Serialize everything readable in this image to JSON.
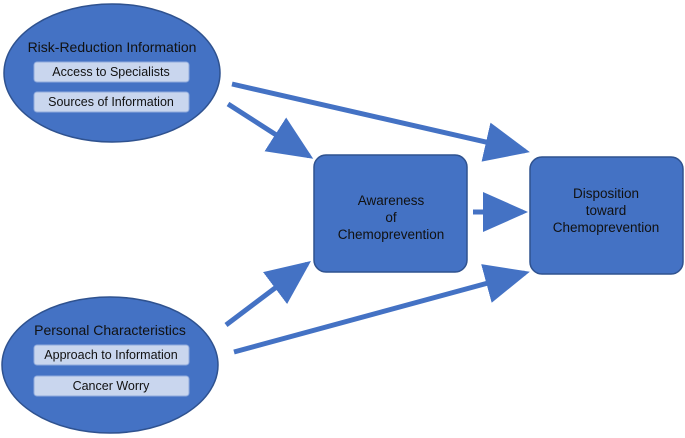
{
  "colors": {
    "node_fill": "#4472C4",
    "node_stroke": "#2F528F",
    "pill_fill": "#C9D6EE",
    "pill_stroke": "#8FAADC",
    "arrow": "#4472C4",
    "text": "#111111"
  },
  "risk_reduction": {
    "title": "Risk-Reduction Information",
    "items": [
      "Access to Specialists",
      "Sources of Information"
    ]
  },
  "personal": {
    "title": "Personal Characteristics",
    "items": [
      "Approach to Information",
      "Cancer Worry"
    ]
  },
  "awareness": {
    "lines": [
      "Awareness",
      "of",
      "Chemoprevention"
    ]
  },
  "disposition": {
    "lines": [
      "Disposition",
      "toward",
      "Chemoprevention"
    ]
  },
  "edges": [
    {
      "from": "risk_reduction",
      "to": "disposition"
    },
    {
      "from": "risk_reduction",
      "to": "awareness"
    },
    {
      "from": "awareness",
      "to": "disposition"
    },
    {
      "from": "personal",
      "to": "awareness"
    },
    {
      "from": "personal",
      "to": "disposition"
    }
  ]
}
